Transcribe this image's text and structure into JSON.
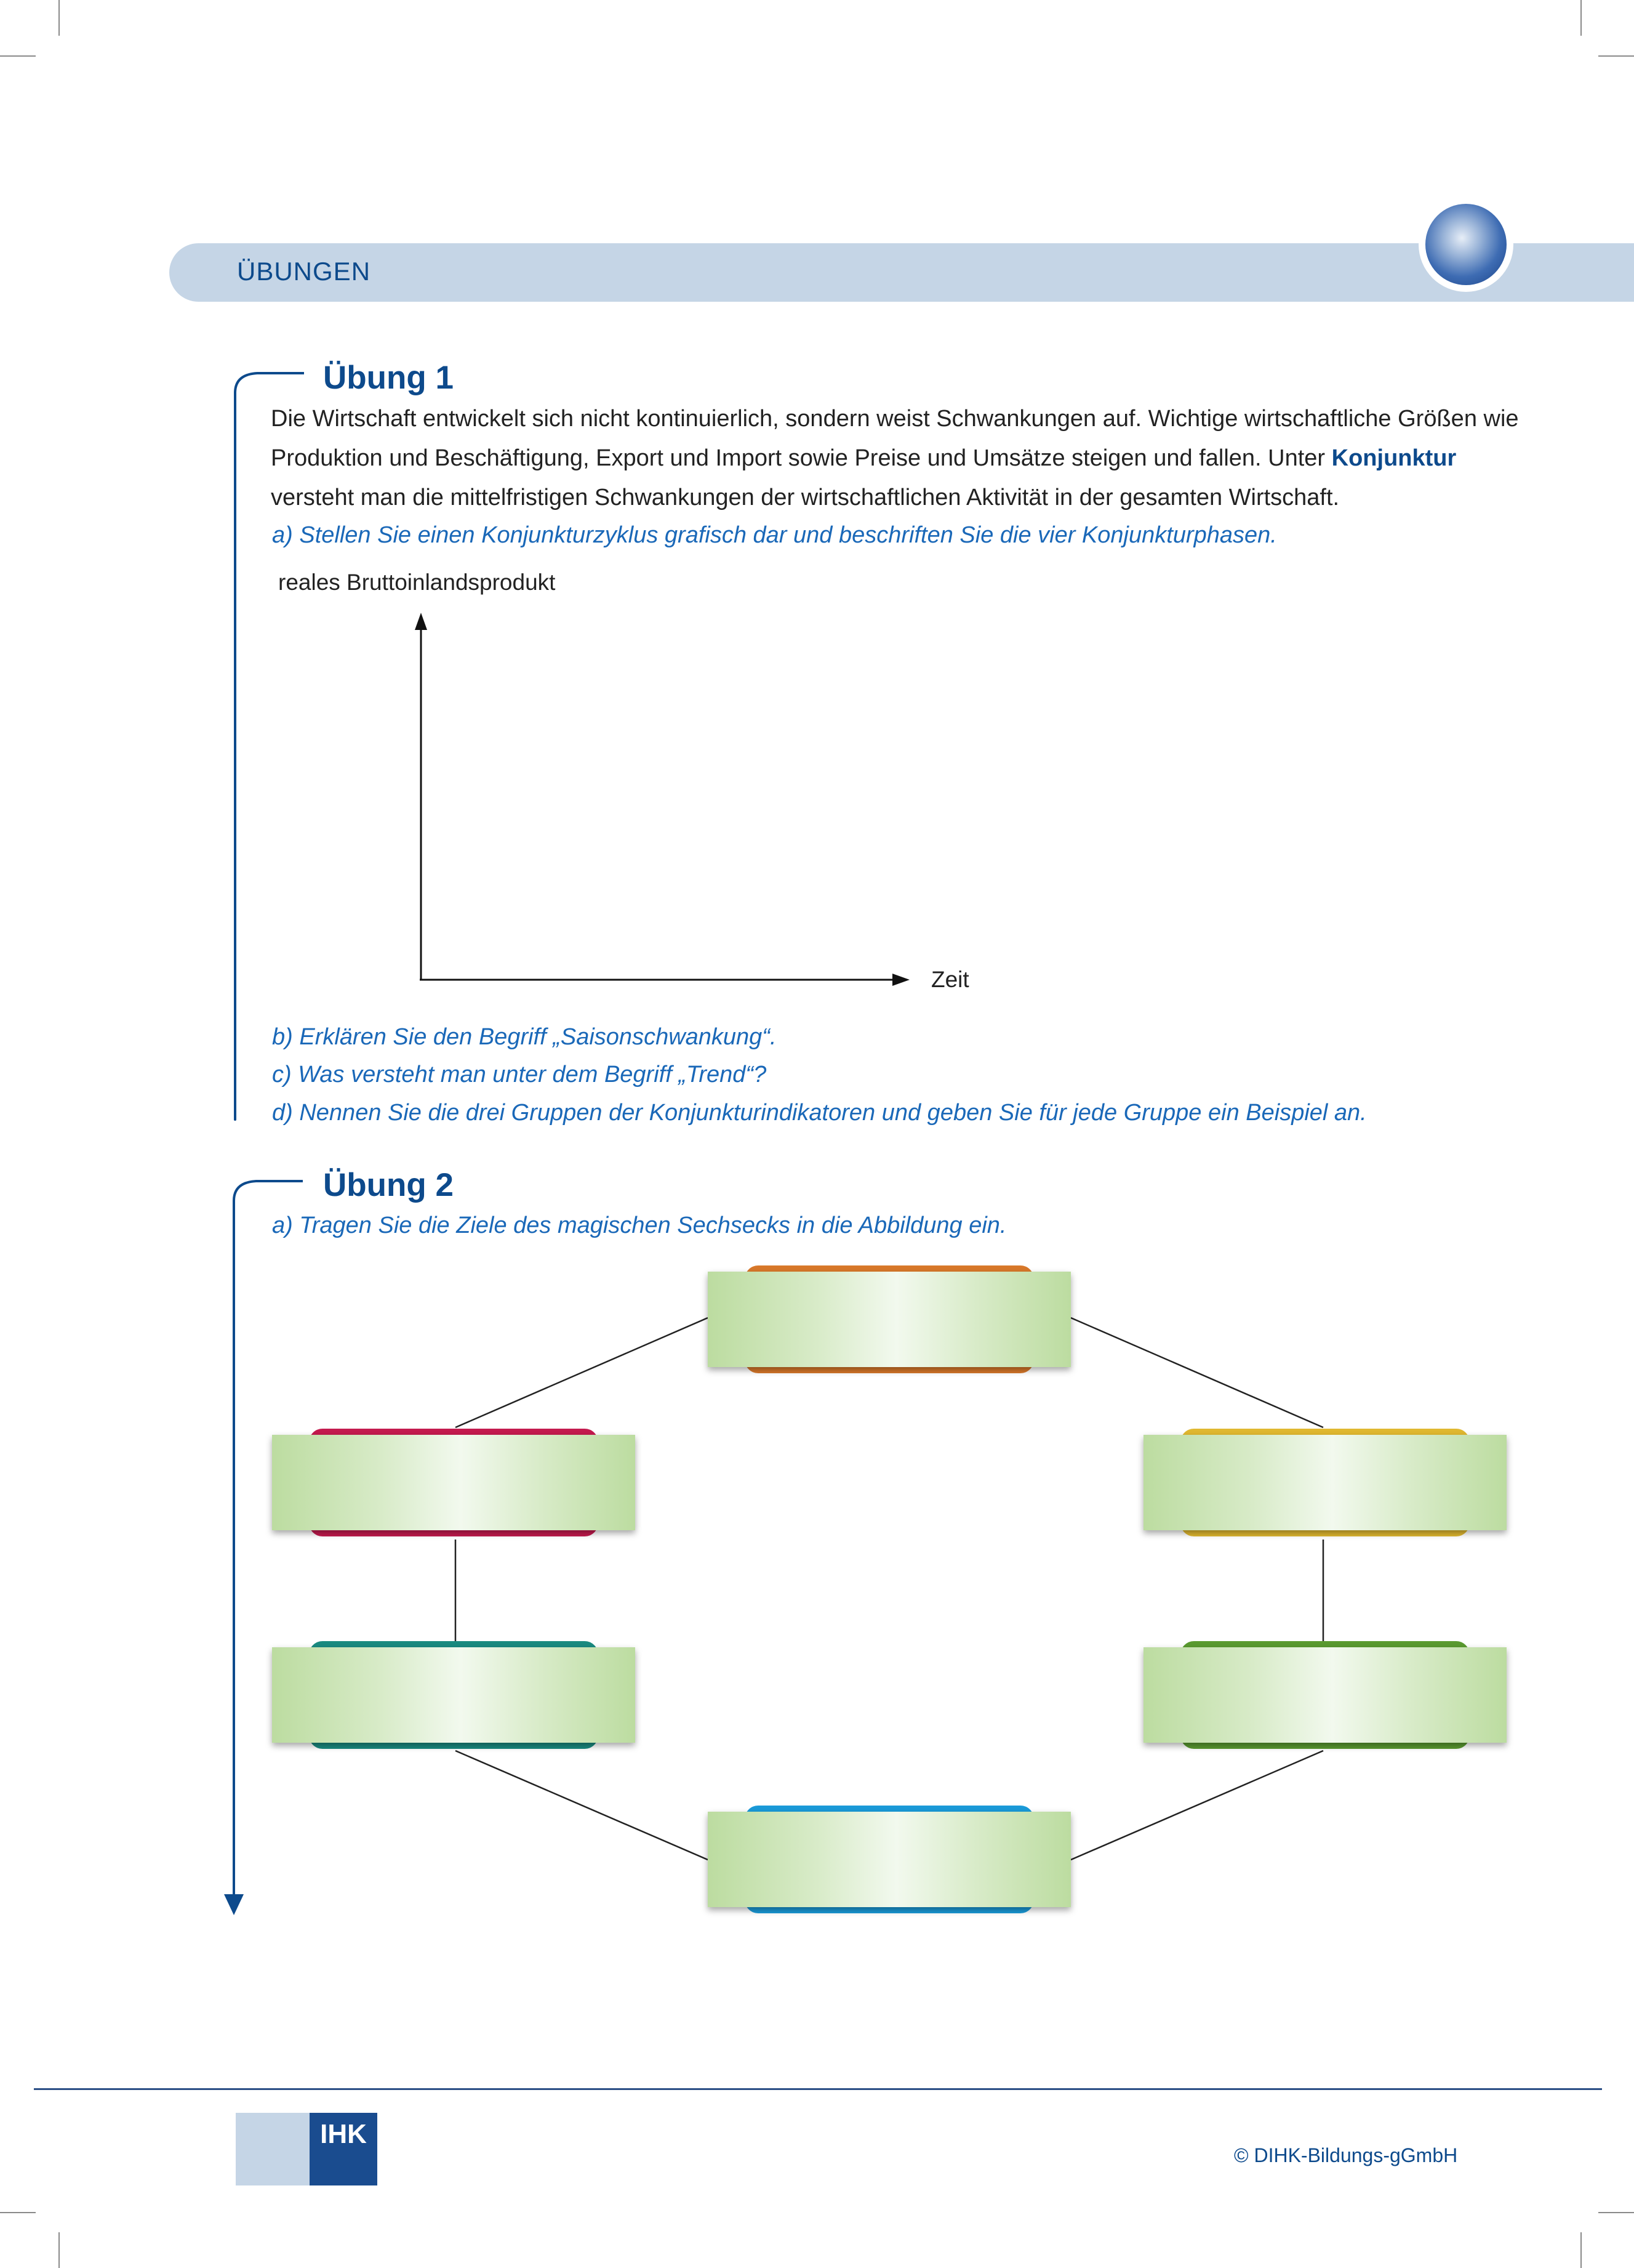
{
  "header": {
    "title": "ÜBUNGEN"
  },
  "exercise1": {
    "title": "Übung 1",
    "paragraph_before": "Die Wirtschaft entwickelt sich nicht kontinuierlich, sondern weist Schwankungen auf. Wichtige wirtschaftliche Größen wie Produktion und Beschäftigung, Export und Import sowie Preise und Umsätze steigen und fallen. Unter ",
    "keyword": "Konjunktur",
    "paragraph_after": " versteht man die mittelfristigen Schwankungen der wirtschaftlichen Aktivität in der gesamten Wirtschaft.",
    "task_a": "a) Stellen Sie einen Konjunkturzyklus grafisch dar und beschriften Sie die vier Konjunkturphasen.",
    "y_axis_label": "reales Bruttoinlandsprodukt",
    "x_axis_label": "Zeit",
    "task_b": "b) Erklären Sie den Begriff „Saisonschwankung“.",
    "task_c": "c) Was versteht man unter dem Begriff „Trend“?",
    "task_d": "d) Nennen Sie die drei Gruppen der Konjunkturindikatoren und geben Sie für jede Gruppe ein Beispiel an."
  },
  "exercise2": {
    "title": "Übung 2",
    "task_a": "a) Tragen Sie die Ziele des magischen Sechsecks in die Abbildung ein.",
    "hexagon_colors": {
      "top": "#d8782a",
      "upper_left": "#c41a4e",
      "upper_right": "#e0b830",
      "lower_left": "#1a8a80",
      "lower_right": "#5a9a30",
      "bottom": "#1a9ad8"
    }
  },
  "footer": {
    "logo": "IHK",
    "copyright": "© DIHK-Bildungs-gGmbH"
  }
}
